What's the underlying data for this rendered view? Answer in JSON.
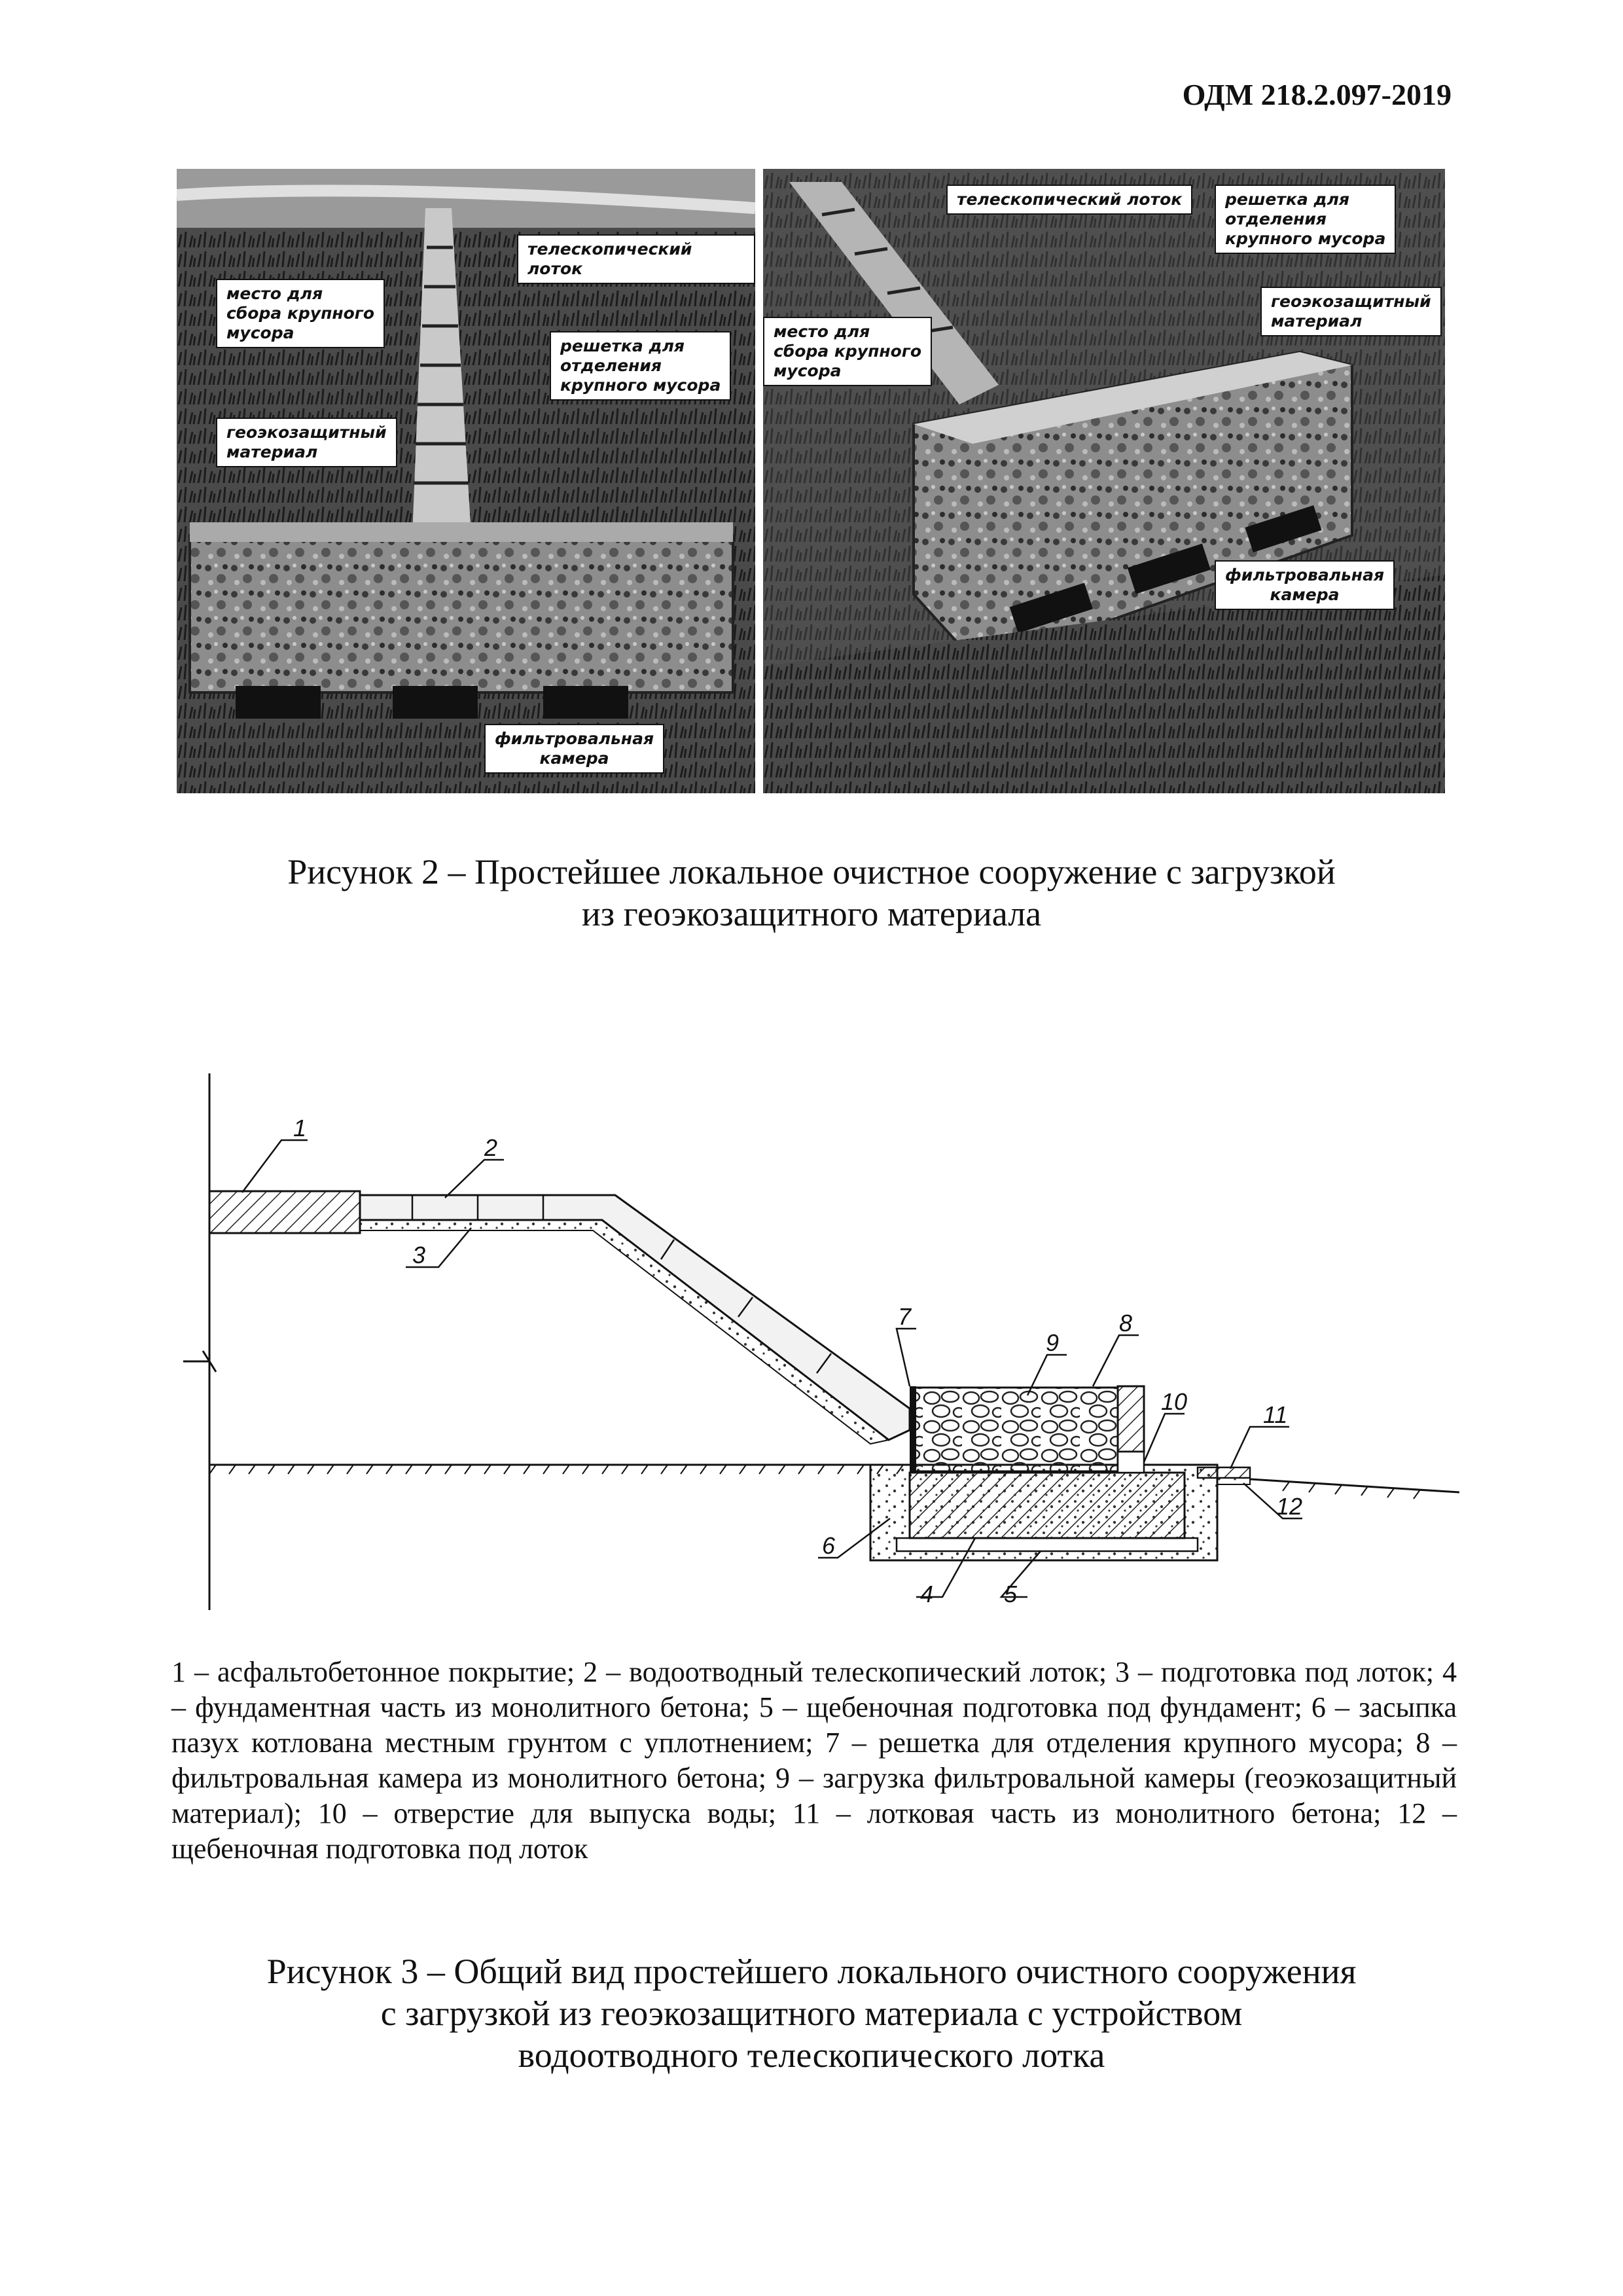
{
  "header": {
    "doc_code": "ОДМ 218.2.097-2019"
  },
  "figure2": {
    "left_photo_labels": {
      "telescopic_tray": "телескопический лоток",
      "debris_place": "место для\nсбора крупного\nмусора",
      "grate": "решетка для\nотделения\nкрупного мусора",
      "geo_material": "геоэкозащитный\nматериал",
      "filter_chamber": "фильтровальная\nкамера"
    },
    "right_photo_labels": {
      "telescopic_tray": "телескопический лоток",
      "grate": "решетка для\nотделения\nкрупного мусора",
      "geo_material": "геоэкозащитный\nматериал",
      "debris_place": "место для\nсбора крупного\nмусора",
      "filter_chamber": "фильтровальная\nкамера"
    },
    "caption": "Рисунок 2 – Простейшее локальное очистное сооружение с загрузкой\nиз геоэкозащитного материала"
  },
  "figure3": {
    "callouts": [
      "1",
      "2",
      "3",
      "4",
      "5",
      "6",
      "7",
      "8",
      "9",
      "10",
      "11",
      "12"
    ],
    "legend": "1 – асфальтобетонное покрытие; 2 – водоотводный телескопический лоток; 3 – подготовка под лоток; 4 – фундаментная часть из монолитного бетона; 5 – щебеночная подготовка под фундамент; 6 – засыпка пазух котлована местным грунтом с уплотнением; 7 – решетка для отделения крупного мусора; 8 – фильтровальная камера из монолитного бетона; 9 – загрузка фильтровальной камеры (геоэкозащитный материал); 10 – отверстие для выпуска воды; 11 – лотковая часть из монолитного бетона; 12 – щебеночная подготовка под лоток",
    "caption": "Рисунок 3 – Общий вид простейшего локального очистного сооружения\nс загрузкой из геоэкозащитного материала с устройством\nводоотводного телескопического лотка"
  }
}
